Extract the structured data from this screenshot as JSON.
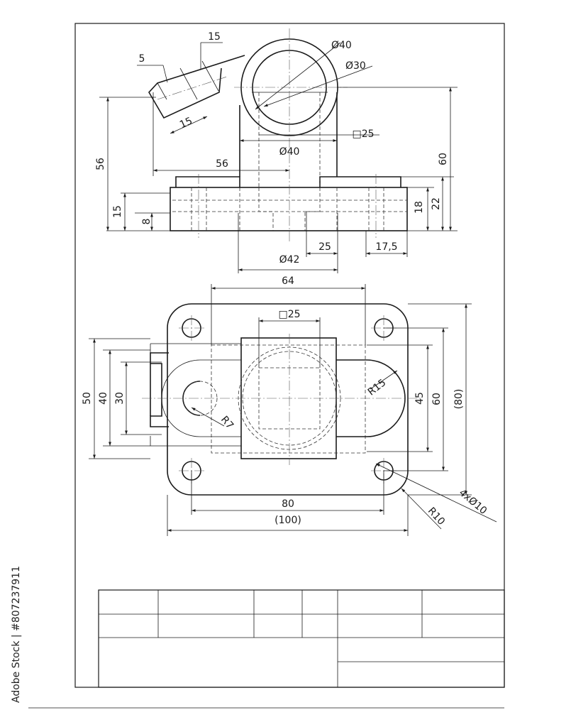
{
  "front_view": {
    "dims": {
      "d_5": "5",
      "d_15_top": "15",
      "d_15_slot": "15",
      "d_phi40_top": "Ø40",
      "d_phi30": "Ø30",
      "d_56_vert": "56",
      "d_56_horiz": "56",
      "d_sq25": "□25",
      "d_phi40_mid": "Ø40",
      "d_60": "60",
      "d_15_left": "15",
      "d_8": "8",
      "d_18": "18",
      "d_22": "22",
      "d_25": "25",
      "d_17_5": "17,5",
      "d_phi42": "Ø42"
    }
  },
  "top_view": {
    "dims": {
      "d_64": "64",
      "d_sq25": "□25",
      "d_50": "50",
      "d_40": "40",
      "d_30": "30",
      "d_r7": "R7",
      "d_r15": "R15",
      "d_45": "45",
      "d_60": "60",
      "d_80_ref": "(80)",
      "d_80": "80",
      "d_100_ref": "(100)",
      "d_4x_phi10": "4xØ10",
      "d_r10": "R10"
    }
  },
  "watermark": {
    "text": "Adobe Stock | #807237911"
  }
}
